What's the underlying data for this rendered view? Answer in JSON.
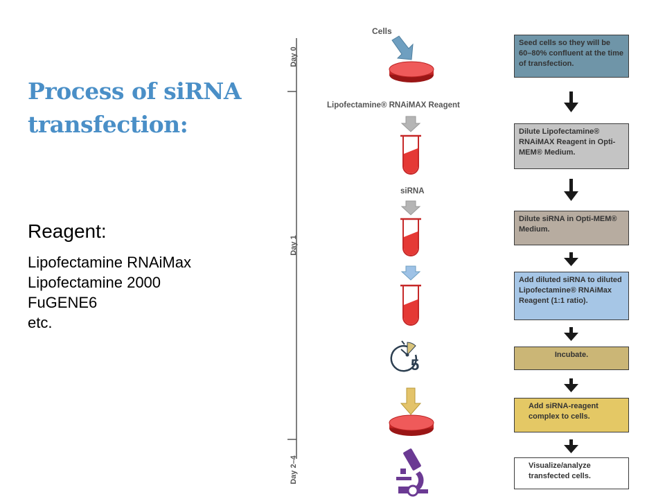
{
  "title": "Process of siRNA transfection:",
  "reagent": {
    "heading": "Reagent:",
    "items": [
      "Lipofectamine RNAiMax",
      "Lipofectamine 2000",
      "FuGENE6",
      "etc."
    ]
  },
  "diagram": {
    "labels": {
      "cells": "Cells",
      "lipofectamine": "Lipofectamine® RNAiMAX Reagent",
      "sirna": "siRNA",
      "timer": "5"
    },
    "days": [
      "Day 0",
      "Day 1",
      "Day 2–4"
    ],
    "steps": [
      {
        "text": "Seed cells so they will be 60–80% confluent at the time of transfection.",
        "color": "#6f95a8"
      },
      {
        "text": "Dilute Lipofectamine® RNAiMAX Reagent in Opti-MEM® Medium.",
        "color": "#c4c4c4"
      },
      {
        "text": "Dilute siRNA in Opti-MEM® Medium.",
        "color": "#b7aca0"
      },
      {
        "text": "Add diluted siRNA to diluted Lipofectamine® RNAiMax Reagent (1:1 ratio).",
        "color": "#a6c6e6"
      },
      {
        "text": "Incubate.",
        "color": "#cbb676"
      },
      {
        "text": "Add siRNA-reagent complex to cells.",
        "color": "#e4c865"
      },
      {
        "text": "Visualize/analyze transfected cells.",
        "color": "#ffffff"
      }
    ]
  }
}
